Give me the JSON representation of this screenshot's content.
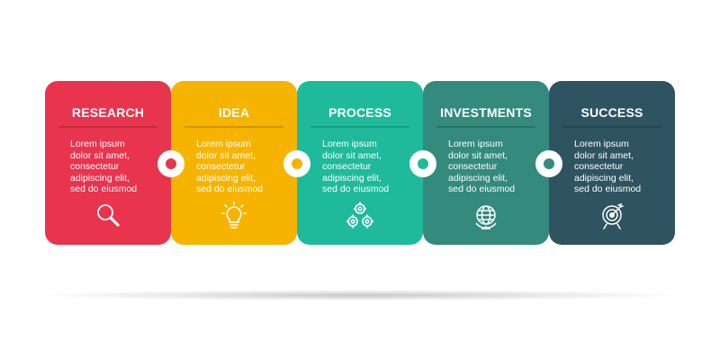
{
  "steps": [
    {
      "title": "RESEARCH",
      "body": "Lorem ipsum\ndolor sit amet,\nconsectetur\nadipiscing elit,\nsed do eiusmod",
      "icon": "magnifier-icon",
      "color": "#E9344E"
    },
    {
      "title": "IDEA",
      "body": "Lorem ipsum\ndolor sit amet,\nconsectetur\nadipiscing elit,\nsed do eiusmod",
      "icon": "lightbulb-icon",
      "color": "#F6B400"
    },
    {
      "title": "PROCESS",
      "body": "Lorem ipsum\ndolor sit amet,\nconsectetur\nadipiscing elit,\nsed do eiusmod",
      "icon": "gears-icon",
      "color": "#1FBA9B"
    },
    {
      "title": "INVESTMENTS",
      "body": "Lorem ipsum\ndolor sit amet,\nconsectetur\nadipiscing elit,\nsed do eiusmod",
      "icon": "globe-icon",
      "color": "#338A7D"
    },
    {
      "title": "SUCCESS",
      "body": "Lorem ipsum\ndolor sit amet,\nconsectetur\nadipiscing elit,\nsed do eiusmod",
      "icon": "target-icon",
      "color": "#2E5461"
    }
  ]
}
